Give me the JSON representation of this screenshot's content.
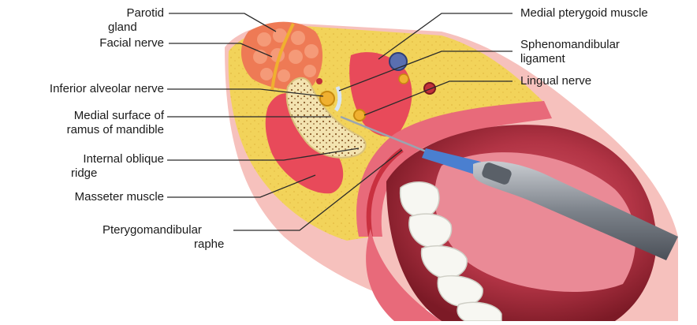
{
  "labels": {
    "parotid_gland": [
      "Parotid",
      "gland"
    ],
    "facial_nerve": "Facial nerve",
    "inferior_alveolar_nerve": "Inferior alveolar nerve",
    "medial_surface_ramus": [
      "Medial surface of",
      "ramus of mandible"
    ],
    "internal_oblique_ridge": [
      "Internal oblique",
      "ridge"
    ],
    "masseter_muscle": "Masseter muscle",
    "pterygomandibular_raphe": [
      "Pterygomandibular",
      "raphe"
    ],
    "medial_pterygoid_muscle": "Medial pterygoid muscle",
    "sphenomandibular_ligament": [
      "Sphenomandibular",
      "ligament"
    ],
    "lingual_nerve": "Lingual nerve"
  },
  "colors": {
    "fat": "#f2d35a",
    "muscle": "#e84a5a",
    "muscle_dark": "#c9303f",
    "skin": "#f6c1bd",
    "mucosa": "#e86a7a",
    "mouth_dark": "#8c1f2c",
    "bone": "#f3e3b0",
    "nerve": "#f0b030",
    "tooth": "#f7f7f2",
    "needle": "#4a7fd0",
    "syringe": "#8a8f96",
    "leader": "#2a2a2a"
  }
}
